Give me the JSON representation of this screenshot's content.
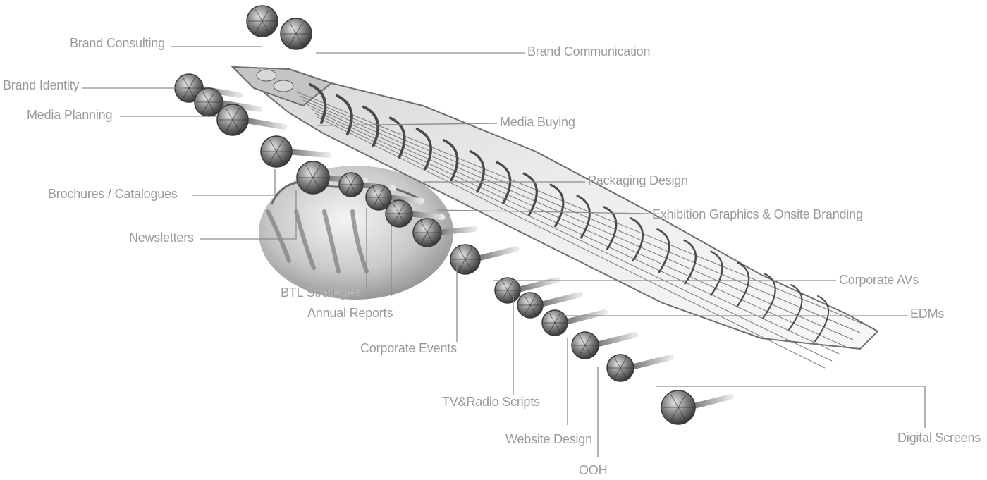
{
  "diagram": {
    "labels": {
      "brand_consulting": "Brand Consulting",
      "brand_communication": "Brand Communication",
      "brand_identity": "Brand Identity",
      "media_planning": "Media Planning",
      "media_buying": "Media Buying",
      "brochures_catalogues": "Brochures / Catalogues",
      "packaging_design": "Packaging Design",
      "exhibition_graphics": "Exhibition Graphics & Onsite Branding",
      "newsletters": "Newsletters",
      "btl_strategies": "BTL Strategies",
      "annual_reports": "Annual Reports",
      "corporate_avs": "Corporate AVs",
      "edms": "EDMs",
      "corporate_events": "Corporate Events",
      "tv_radio_scripts": "TV&Radio Scripts",
      "website_design": "Website Design",
      "digital_screens": "Digital Screens",
      "ooh": "OOH"
    },
    "illustration": "sitar-icon",
    "colors": {
      "background": "#ffffff",
      "label_text": "#9a9a9a",
      "leader_line": "#8c8c8c",
      "instrument_dark": "#3a3a3a",
      "instrument_mid": "#8a8a8a",
      "instrument_light": "#d8d8d8"
    }
  }
}
